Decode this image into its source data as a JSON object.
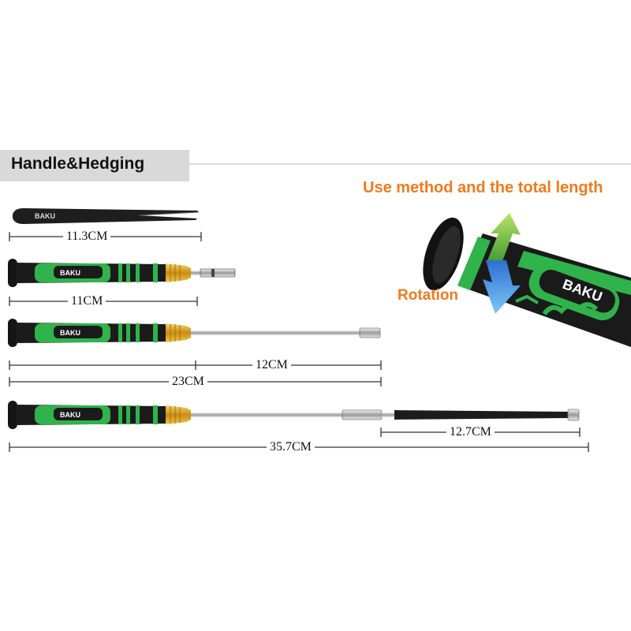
{
  "section": {
    "title": "Handle&Hedging"
  },
  "headline": "Use method and the total length",
  "rotation_label": "Rotation",
  "brand": "BAKU",
  "measurements": {
    "tweezers": "11.3CM",
    "screwdriver_short": "11CM",
    "extension_shaft": "12CM",
    "screwdriver_extended_total": "23CM",
    "flexible_shaft": "12.7CM",
    "screwdriver_flex_total": "35.7CM"
  },
  "colors": {
    "accent": "#f07a1c",
    "handle_green": "#2fb34a",
    "collar_gold": "#d9a21c"
  }
}
